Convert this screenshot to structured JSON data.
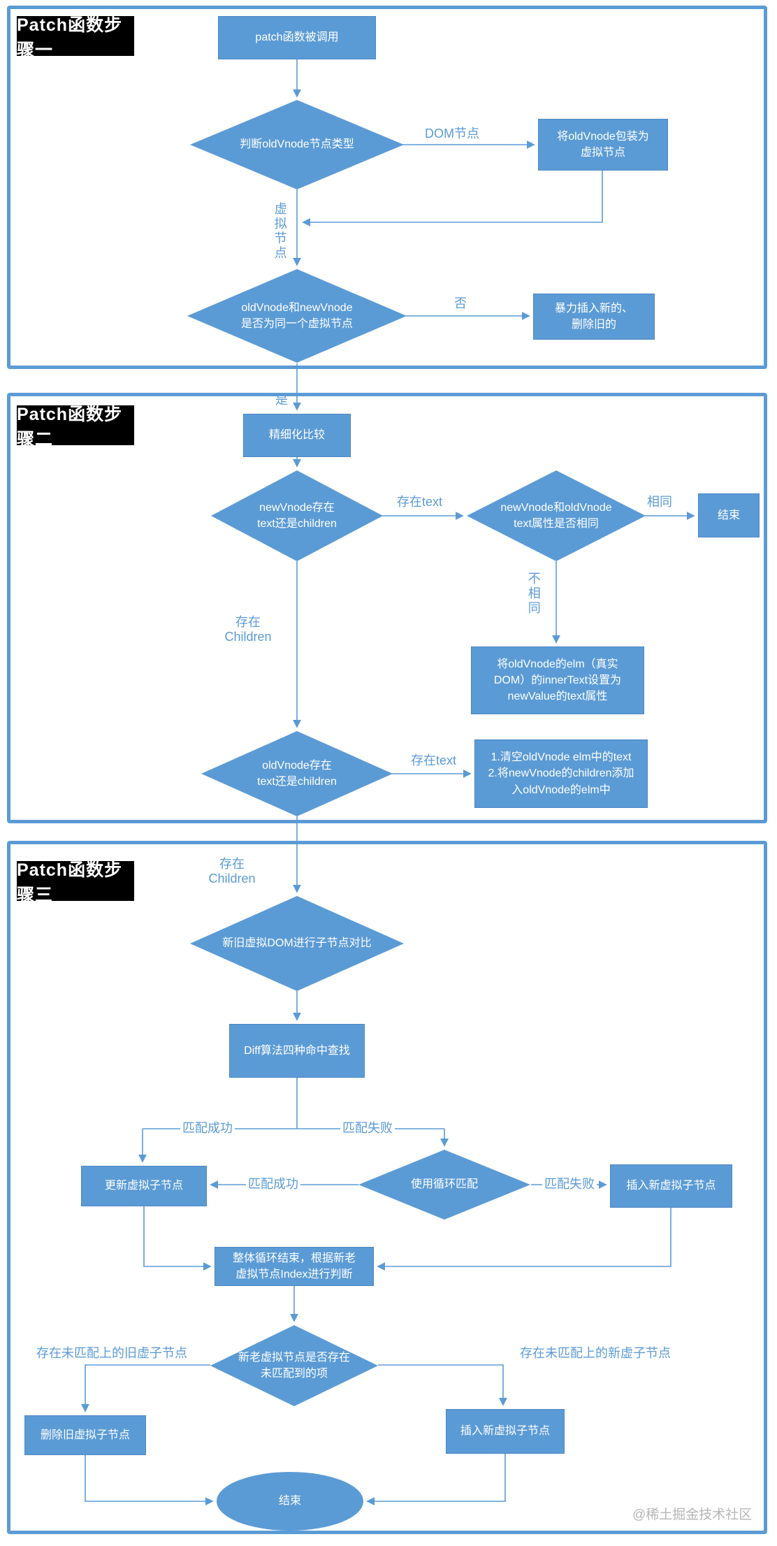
{
  "colors": {
    "shape_fill": "#5b9bd5",
    "connector": "#5b9bd5",
    "section_border": "#5b9bd5",
    "title_bg": "#000000",
    "title_text": "#ffffff",
    "shape_text": "#ffffff",
    "label_text": "#5b9bd5",
    "watermark_text": "#b5b5b5"
  },
  "sections": [
    {
      "title": "Patch函数步骤一"
    },
    {
      "title": "Patch函数步骤二"
    },
    {
      "title": "Patch函数步骤三"
    }
  ],
  "nodes": {
    "start": "patch函数被调用",
    "judge_type": "判断oldVnode节点类型",
    "wrap_vnode": "将oldVnode包装为\n虚拟节点",
    "same_vnode": "oldVnode和newVnode\n是否为同一个虚拟节点",
    "force_replace": "暴力插入新的、\n删除旧的",
    "refine": "精细化比较",
    "new_has": "newVnode存在\ntext还是children",
    "text_same": "newVnode和oldVnode\ntext属性是否相同",
    "end1": "结束",
    "set_text": "将oldVnode的elm（真实\nDOM）的innerText设置为\nnewValue的text属性",
    "old_has": "oldVnode存在\ntext还是children",
    "clear_add": "1.清空oldVnode elm中的text\n2.将newVnode的children添加\n入oldVnode的elm中",
    "compare_children": "新旧虚拟DOM进行子节点对比",
    "diff": "Diff算法四种命中查找",
    "update_child": "更新虚拟子节点",
    "loop_match": "使用循环匹配",
    "insert_child": "插入新虚拟子节点",
    "index_judge": "整体循环结束，根据新老\n虚拟节点Index进行判断",
    "unmatched": "新老虚拟节点是否存在\n未匹配到的项",
    "del_old": "删除旧虚拟子节点",
    "insert_new": "插入新虚拟子节点",
    "end2": "结束"
  },
  "edge_labels": {
    "dom_node": "DOM节点",
    "virtual_node": "虚拟节点",
    "no": "否",
    "yes": "是",
    "has_text_a": "存在text",
    "same": "相同",
    "not_same": "不相同",
    "has_children_a": "存在\nChildren",
    "has_text_b": "存在text",
    "has_children_b": "存在\nChildren",
    "match_ok_a": "匹配成功",
    "match_fail_a": "匹配失败",
    "match_ok_b": "匹配成功",
    "match_fail_b": "匹配失败",
    "old_unmatched": "存在未匹配上的旧虚子节点",
    "new_unmatched": "存在未匹配上的新虚子节点"
  },
  "watermark": "@稀土掘金技术社区"
}
